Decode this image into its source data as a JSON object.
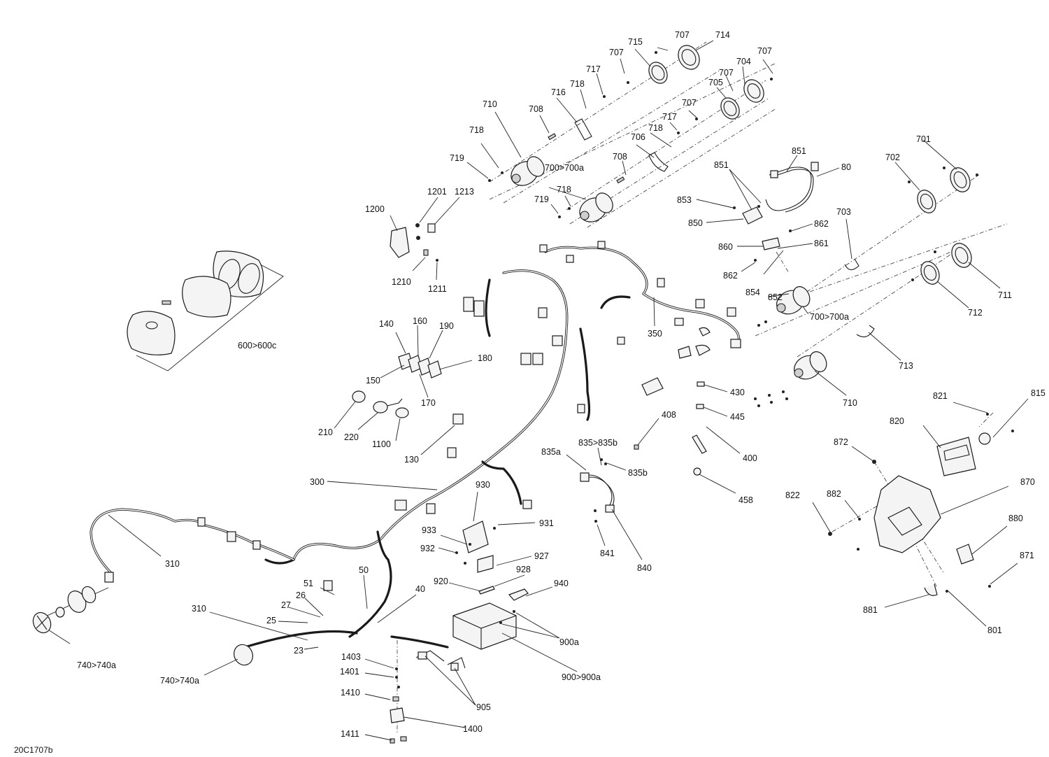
{
  "diagram": {
    "reference_code": "20C1707b",
    "callouts": [
      {
        "id": "c-707a",
        "text": "707"
      },
      {
        "id": "c-714",
        "text": "714"
      },
      {
        "id": "c-715",
        "text": "715"
      },
      {
        "id": "c-707b",
        "text": "707"
      },
      {
        "id": "c-707c",
        "text": "707"
      },
      {
        "id": "c-704",
        "text": "704"
      },
      {
        "id": "c-707d",
        "text": "707"
      },
      {
        "id": "c-705",
        "text": "705"
      },
      {
        "id": "c-717a",
        "text": "717"
      },
      {
        "id": "c-718a",
        "text": "718"
      },
      {
        "id": "c-716",
        "text": "716"
      },
      {
        "id": "c-710a",
        "text": "710"
      },
      {
        "id": "c-708a",
        "text": "708"
      },
      {
        "id": "c-707e",
        "text": "707"
      },
      {
        "id": "c-717b",
        "text": "717"
      },
      {
        "id": "c-718b",
        "text": "718"
      },
      {
        "id": "c-706",
        "text": "706"
      },
      {
        "id": "c-718c",
        "text": "718"
      },
      {
        "id": "c-708b",
        "text": "708"
      },
      {
        "id": "c-719a",
        "text": "719"
      },
      {
        "id": "c-700a",
        "text": "700>700a"
      },
      {
        "id": "c-718d",
        "text": "718"
      },
      {
        "id": "c-719b",
        "text": "719"
      },
      {
        "id": "c-1201",
        "text": "1201"
      },
      {
        "id": "c-1213",
        "text": "1213"
      },
      {
        "id": "c-1200",
        "text": "1200"
      },
      {
        "id": "c-1210",
        "text": "1210"
      },
      {
        "id": "c-1211",
        "text": "1211"
      },
      {
        "id": "c-851a",
        "text": "851"
      },
      {
        "id": "c-851b",
        "text": "851"
      },
      {
        "id": "c-80",
        "text": "80"
      },
      {
        "id": "c-853",
        "text": "853"
      },
      {
        "id": "c-850",
        "text": "850"
      },
      {
        "id": "c-862a",
        "text": "862"
      },
      {
        "id": "c-860",
        "text": "860"
      },
      {
        "id": "c-861",
        "text": "861"
      },
      {
        "id": "c-862b",
        "text": "862"
      },
      {
        "id": "c-854",
        "text": "854"
      },
      {
        "id": "c-852",
        "text": "852"
      },
      {
        "id": "c-701",
        "text": "701"
      },
      {
        "id": "c-702",
        "text": "702"
      },
      {
        "id": "c-703",
        "text": "703"
      },
      {
        "id": "c-711",
        "text": "711"
      },
      {
        "id": "c-712",
        "text": "712"
      },
      {
        "id": "c-700b",
        "text": "700>700a"
      },
      {
        "id": "c-713",
        "text": "713"
      },
      {
        "id": "c-710b",
        "text": "710"
      },
      {
        "id": "c-600",
        "text": "600>600c"
      },
      {
        "id": "c-140",
        "text": "140"
      },
      {
        "id": "c-160",
        "text": "160"
      },
      {
        "id": "c-190",
        "text": "190"
      },
      {
        "id": "c-180",
        "text": "180"
      },
      {
        "id": "c-150",
        "text": "150"
      },
      {
        "id": "c-170",
        "text": "170"
      },
      {
        "id": "c-350",
        "text": "350"
      },
      {
        "id": "c-430",
        "text": "430"
      },
      {
        "id": "c-445",
        "text": "445"
      },
      {
        "id": "c-400",
        "text": "400"
      },
      {
        "id": "c-458",
        "text": "458"
      },
      {
        "id": "c-408",
        "text": "408"
      },
      {
        "id": "c-210",
        "text": "210"
      },
      {
        "id": "c-220",
        "text": "220"
      },
      {
        "id": "c-1100",
        "text": "1100"
      },
      {
        "id": "c-130",
        "text": "130"
      },
      {
        "id": "c-835",
        "text": "835>835b"
      },
      {
        "id": "c-835a",
        "text": "835a"
      },
      {
        "id": "c-835b",
        "text": "835b"
      },
      {
        "id": "c-841",
        "text": "841"
      },
      {
        "id": "c-840",
        "text": "840"
      },
      {
        "id": "c-300",
        "text": "300"
      },
      {
        "id": "c-930",
        "text": "930"
      },
      {
        "id": "c-931",
        "text": "931"
      },
      {
        "id": "c-933",
        "text": "933"
      },
      {
        "id": "c-932",
        "text": "932"
      },
      {
        "id": "c-927",
        "text": "927"
      },
      {
        "id": "c-920",
        "text": "920"
      },
      {
        "id": "c-928",
        "text": "928"
      },
      {
        "id": "c-940",
        "text": "940"
      },
      {
        "id": "c-900a",
        "text": "900a"
      },
      {
        "id": "c-900",
        "text": "900>900a"
      },
      {
        "id": "c-905",
        "text": "905"
      },
      {
        "id": "c-310a",
        "text": "310"
      },
      {
        "id": "c-310b",
        "text": "310"
      },
      {
        "id": "c-50",
        "text": "50"
      },
      {
        "id": "c-51",
        "text": "51"
      },
      {
        "id": "c-40",
        "text": "40"
      },
      {
        "id": "c-26",
        "text": "26"
      },
      {
        "id": "c-27",
        "text": "27"
      },
      {
        "id": "c-25",
        "text": "25"
      },
      {
        "id": "c-23",
        "text": "23"
      },
      {
        "id": "c-740a",
        "text": "740>740a"
      },
      {
        "id": "c-740b",
        "text": "740>740a"
      },
      {
        "id": "c-1403",
        "text": "1403"
      },
      {
        "id": "c-1401",
        "text": "1401"
      },
      {
        "id": "c-1410",
        "text": "1410"
      },
      {
        "id": "c-1400",
        "text": "1400"
      },
      {
        "id": "c-1411",
        "text": "1411"
      },
      {
        "id": "c-821",
        "text": "821"
      },
      {
        "id": "c-815",
        "text": "815"
      },
      {
        "id": "c-820",
        "text": "820"
      },
      {
        "id": "c-872",
        "text": "872"
      },
      {
        "id": "c-870",
        "text": "870"
      },
      {
        "id": "c-822",
        "text": "822"
      },
      {
        "id": "c-882",
        "text": "882"
      },
      {
        "id": "c-880",
        "text": "880"
      },
      {
        "id": "c-871",
        "text": "871"
      },
      {
        "id": "c-881",
        "text": "881"
      },
      {
        "id": "c-801",
        "text": "801"
      }
    ]
  }
}
